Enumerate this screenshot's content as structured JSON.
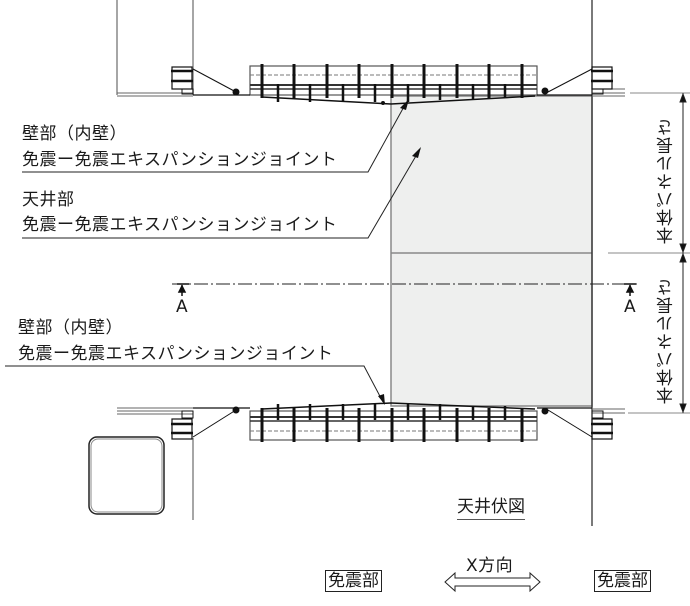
{
  "drawing": {
    "title": "天井伏図",
    "labels": {
      "wall_top_line1": "壁部（内壁）",
      "wall_top_line2": "免震ー免震エキスパンションジョイント",
      "ceiling_line1": "天井部",
      "ceiling_line2": "免震ー免震エキスパンションジョイント",
      "wall_bottom_line1": "壁部（内壁）",
      "wall_bottom_line2": "免震ー免震エキスパンションジョイント"
    },
    "dimensions": {
      "upper_panel": "本体パネル長さ",
      "lower_panel": "本体パネル長さ"
    },
    "section_marks": {
      "left": "A",
      "right": "A"
    },
    "legend": {
      "left_zone": "免震部",
      "right_zone": "免震部",
      "direction": "X方向"
    },
    "colors": {
      "panel_fill": "#eeefee",
      "line": "#222222",
      "grey_line": "#888888"
    }
  }
}
